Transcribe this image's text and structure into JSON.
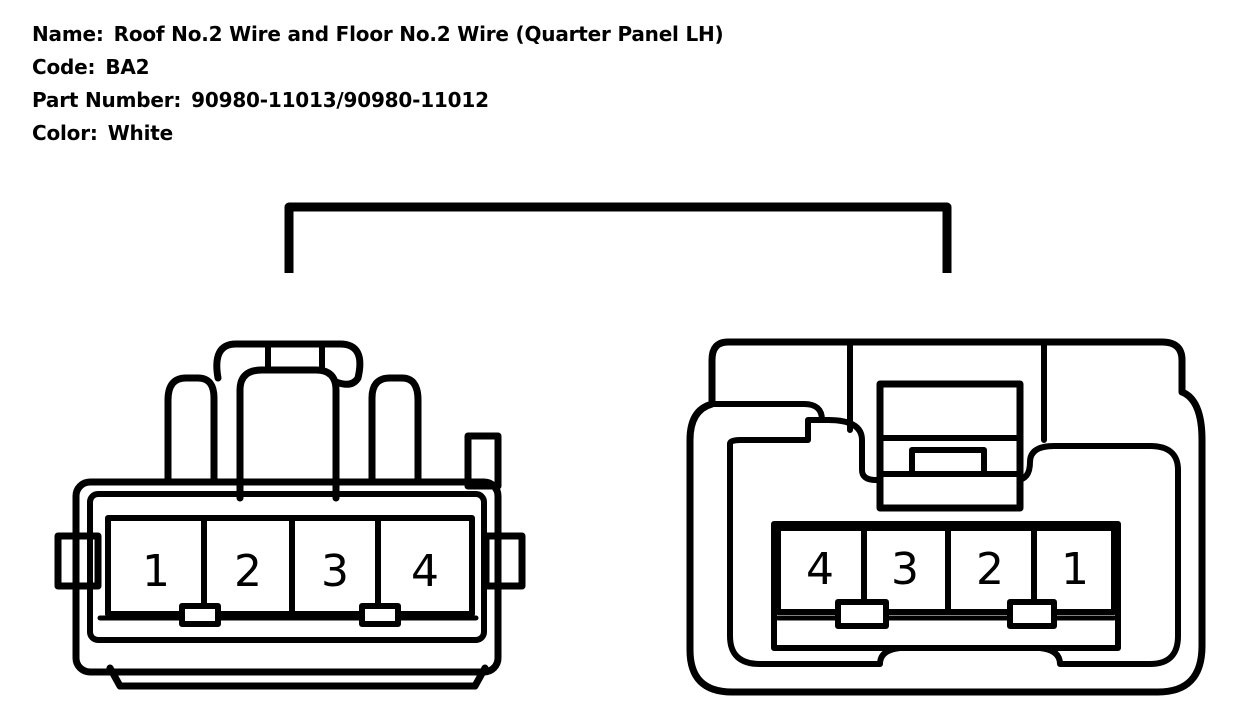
{
  "info": {
    "name_label": "Name:",
    "name_value": "Roof No.2 Wire and Floor No.2 Wire (Quarter Panel LH)",
    "code_label": "Code:",
    "code_value": "BA2",
    "part_label": "Part Number:",
    "part_value": "90980-11013/90980-11012",
    "color_label": "Color:",
    "color_value": "White"
  },
  "connectors": {
    "left": {
      "pins": [
        "1",
        "2",
        "3",
        "4"
      ]
    },
    "right": {
      "pins": [
        "4",
        "3",
        "2",
        "1"
      ]
    }
  }
}
